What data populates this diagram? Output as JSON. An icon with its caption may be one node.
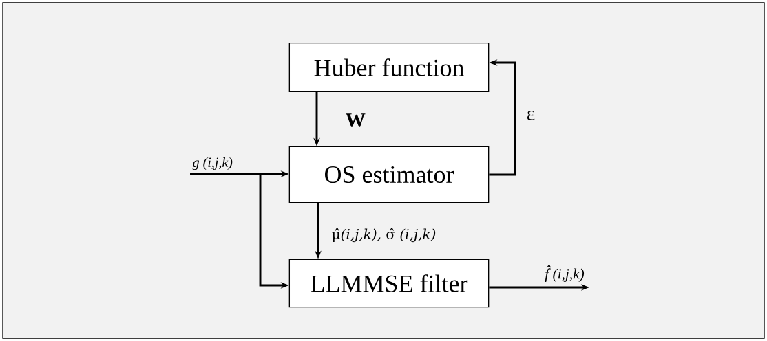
{
  "diagram": {
    "nodes": [
      {
        "text": [
          "Huber function"
        ]
      },
      {
        "text": [
          "OS estimator"
        ]
      },
      {
        "text": [
          "LLMMSE filter"
        ]
      }
    ],
    "edges": [
      {
        "from": 0,
        "to": 1,
        "arrow": "to",
        "label": "W"
      },
      {
        "from": 1,
        "to": 0,
        "arrow": "to",
        "label": "ε"
      },
      {
        "from": null,
        "to": 1,
        "arrow": "to",
        "label": "g (i,j,k)"
      },
      {
        "from": null,
        "to": 2,
        "arrow": "to"
      },
      {
        "from": 1,
        "to": 2,
        "arrow": "to",
        "label": "μ̂*(i,j,k),*   σ̂ *(i,j,k)*"
      },
      {
        "from": 2,
        "to": null,
        "arrow": "to",
        "label": "f̂ (i,j,k)"
      }
    ]
  }
}
